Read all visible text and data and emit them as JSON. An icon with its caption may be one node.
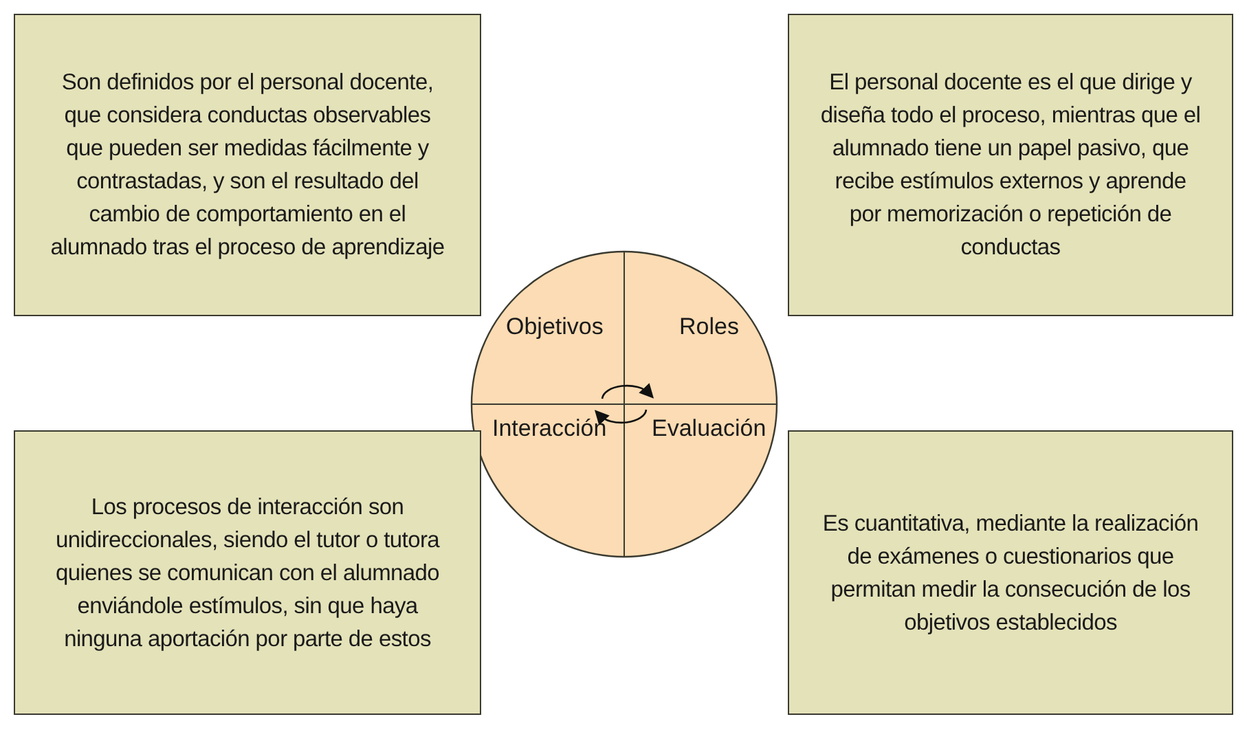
{
  "diagram": {
    "nodes": [
      {
        "text": [
          "Son definidos por el personal docente, que considera conductas observables que pueden ser medidas fácilmente y contrastadas, y son el resultado del cambio de comportamiento en el alumnado tras el proceso de aprendizaje"
        ]
      },
      {
        "text": [
          "El personal docente es el que dirige y diseña todo el proceso, mientras que el alumnado tiene un papel pasivo, que recibe estímulos externos y aprende por memorización o repetición de conductas"
        ]
      },
      {
        "text": [
          "Objetivos",
          "Roles",
          "Interacción",
          "Evaluación"
        ]
      },
      {
        "text": [
          "Los procesos de interacción son unidireccionales, siendo el tutor o tutora quienes se comunican con el alumnado enviándole estímulos, sin que haya ninguna aportación por parte de estos"
        ]
      },
      {
        "text": [
          "Es cuantitativa, mediante la realización de exámenes o cuestionarios que permitan medir la consecución de los objetivos establecidos"
        ]
      }
    ],
    "edges": []
  }
}
